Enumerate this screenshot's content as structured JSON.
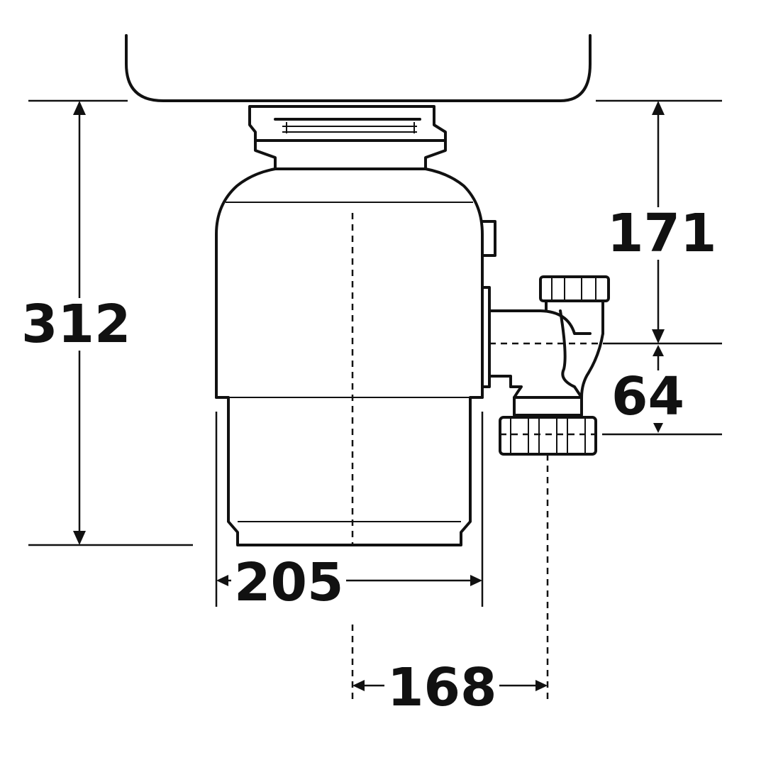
{
  "dimensions": {
    "height_total": "312",
    "width_body": "205",
    "inlet_to_outlet_center": "168",
    "sink_to_outlet": "171",
    "outlet_offset": "64"
  },
  "colors": {
    "line": "#111111",
    "background": "#ffffff"
  },
  "icons": {
    "sink": "sink-basin-icon",
    "disposer": "waste-disposer-unit-icon",
    "outlet": "outlet-pipe-icon"
  }
}
